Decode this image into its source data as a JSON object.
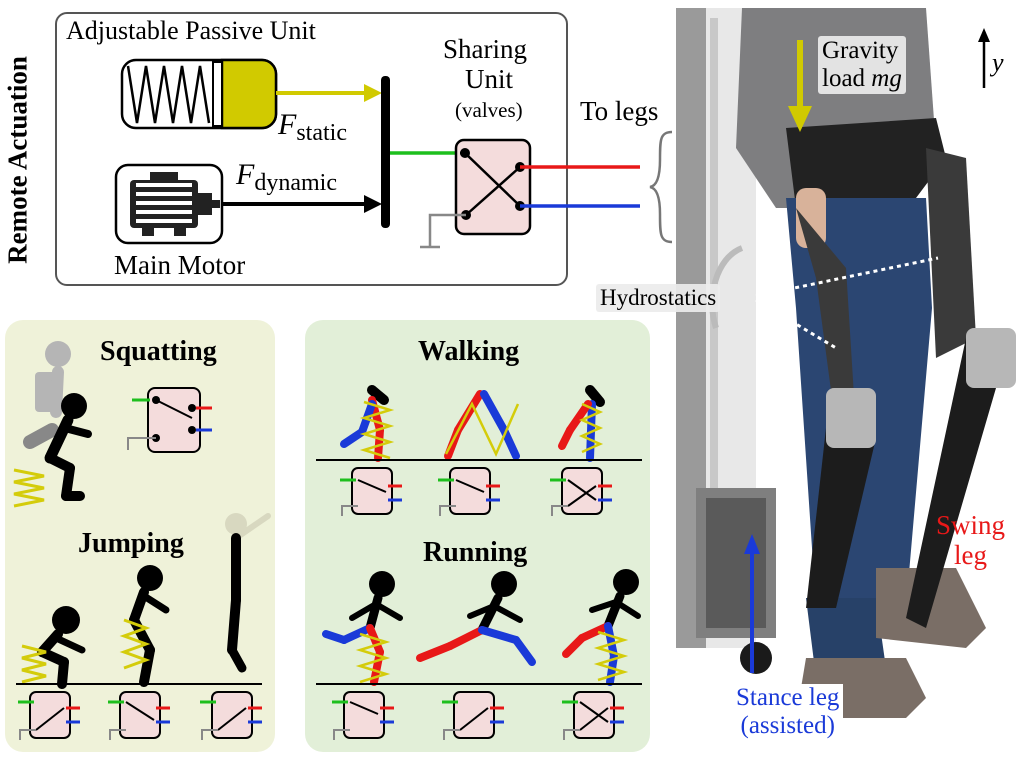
{
  "side_label": "Remote Actuation",
  "top": {
    "passive_unit_label": "Adjustable Passive Unit",
    "main_motor_label": "Main Motor",
    "sharing_unit_title_1": "Sharing",
    "sharing_unit_title_2": "Unit",
    "sharing_unit_subtitle": "(valves)",
    "to_legs": "To legs",
    "f_static_symbol": "F",
    "f_static_sub": "static",
    "f_dynamic_symbol": "F",
    "f_dynamic_sub": "dynamic"
  },
  "panels": {
    "squatting": "Squatting",
    "jumping": "Jumping",
    "walking": "Walking",
    "running": "Running"
  },
  "photo_labels": {
    "gravity_line1": "Gravity",
    "gravity_line2_prefix": "load ",
    "gravity_symbol": "mg",
    "y_axis": "y",
    "hydrostatics": "Hydrostatics",
    "swing_line1": "Swing",
    "swing_line2": "leg",
    "stance_line1": "Stance leg",
    "stance_line2": "(assisted)"
  },
  "colors": {
    "spring_yellow": "#d4cc0a",
    "spring_fill": "#f0e62a",
    "red_line": "#e81818",
    "blue_line": "#1a3ad8",
    "green_line": "#1dbf1d",
    "valve_pink": "#f4dcdc",
    "panel_left": "#eff2d9",
    "panel_right": "#e2efd8"
  }
}
